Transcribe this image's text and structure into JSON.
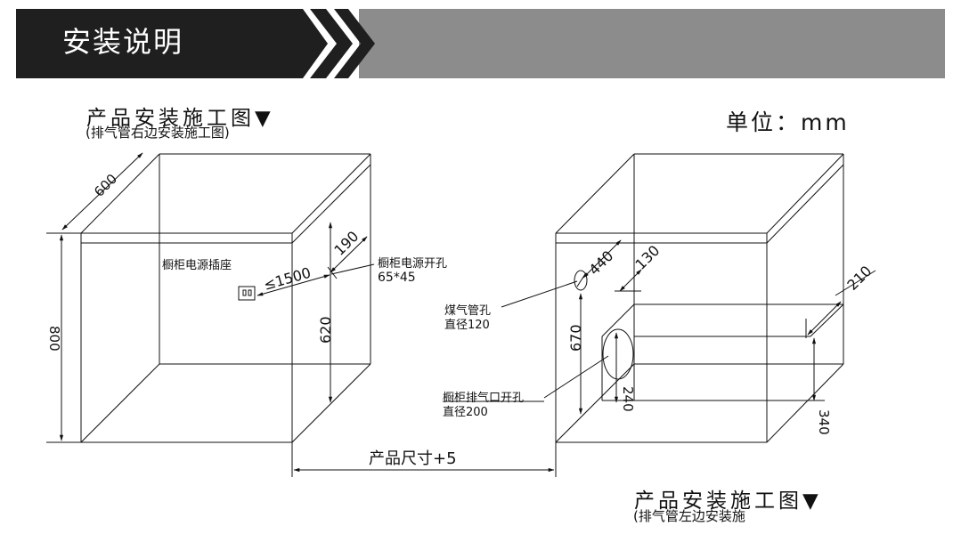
{
  "header": {
    "title": "安装说明",
    "colors": {
      "dark": "#1f1f1f",
      "grey": "#8c8c8c"
    }
  },
  "left_caption": {
    "title": "产品安装施工图",
    "subtitle": "(排气管右边安装施工图)",
    "marker": "▼"
  },
  "unit_label": "单位：mm",
  "right_caption": {
    "title": "产品安装施工图",
    "subtitle": "(排气管左边安装施",
    "marker": "▼"
  },
  "left_diagram": {
    "dim_depth": "600",
    "dim_height": "800",
    "socket_label": "橱柜电源插座",
    "dim_socket_dist": "≤1500",
    "power_hole_label": "橱柜电源开孔",
    "power_hole_size": "65*45",
    "dim_hole_side": "190",
    "dim_hole_height": "620"
  },
  "gap_label": "产品尺寸+5",
  "right_diagram": {
    "dim_gas_top": "440",
    "dim_exhaust_side": "130",
    "dim_210": "210",
    "gas_hole_label": "煤气管孔",
    "gas_hole_size": "直径120",
    "dim_gas_height": "670",
    "exhaust_label": "橱柜排气口开孔",
    "exhaust_size": "直径200",
    "dim_exhaust_height": "240",
    "dim_340": "340"
  }
}
